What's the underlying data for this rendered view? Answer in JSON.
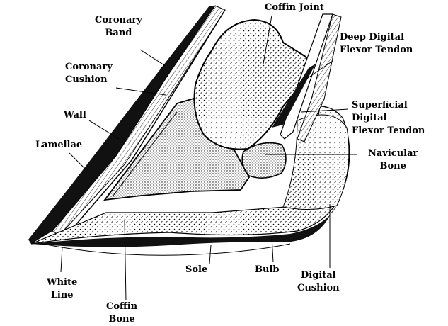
{
  "diagram": {
    "labels": {
      "coffin_joint": [
        "Coffin Joint"
      ],
      "coronary_band": [
        "Coronary",
        "Band"
      ],
      "deep_digital_flexor_tendon": [
        "Deep Digital",
        "Flexor Tendon"
      ],
      "coronary_cushion": [
        "Coronary",
        "Cushion"
      ],
      "wall": [
        "Wall"
      ],
      "superficial_digital_flexor_tendon": [
        "Superficial",
        "Digital",
        "Flexor Tendon"
      ],
      "lamellae": [
        "Lamellae"
      ],
      "navicular_bone": [
        "Navicular",
        "Bone"
      ],
      "white_line": [
        "White",
        "Line"
      ],
      "sole": [
        "Sole"
      ],
      "bulb": [
        "Bulb"
      ],
      "digital_cushion": [
        "Digital",
        "Cushion"
      ],
      "coffin_bone": [
        "Coffin",
        "Bone"
      ]
    },
    "colors": {
      "ink": "#000000",
      "paper": "#ffffff"
    }
  }
}
